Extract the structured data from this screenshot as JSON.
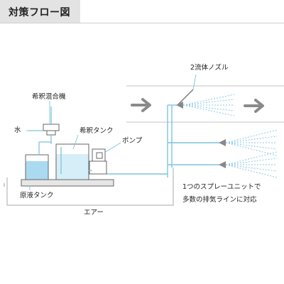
{
  "header": {
    "title": "対策フロー図"
  },
  "labels": {
    "dilution_mixer": "希釈混合機",
    "water": "水",
    "dilution_tank": "希釈タンク",
    "pump": "ポンプ",
    "stock_tank": "原液タンク",
    "air": "エアー",
    "nozzle": "2流体ノズル",
    "note_line1": "1つのスプレーユニットで",
    "note_line2": "多数の排気ラインに対応"
  },
  "colors": {
    "pipe": "#7cc4e0",
    "liquid": "#a9daf0",
    "liquid_light": "#d6eef8",
    "outline": "#666666",
    "arrow": "#8a8a8a",
    "spray": "#8cc8e6",
    "line": "#bbbbbb"
  }
}
